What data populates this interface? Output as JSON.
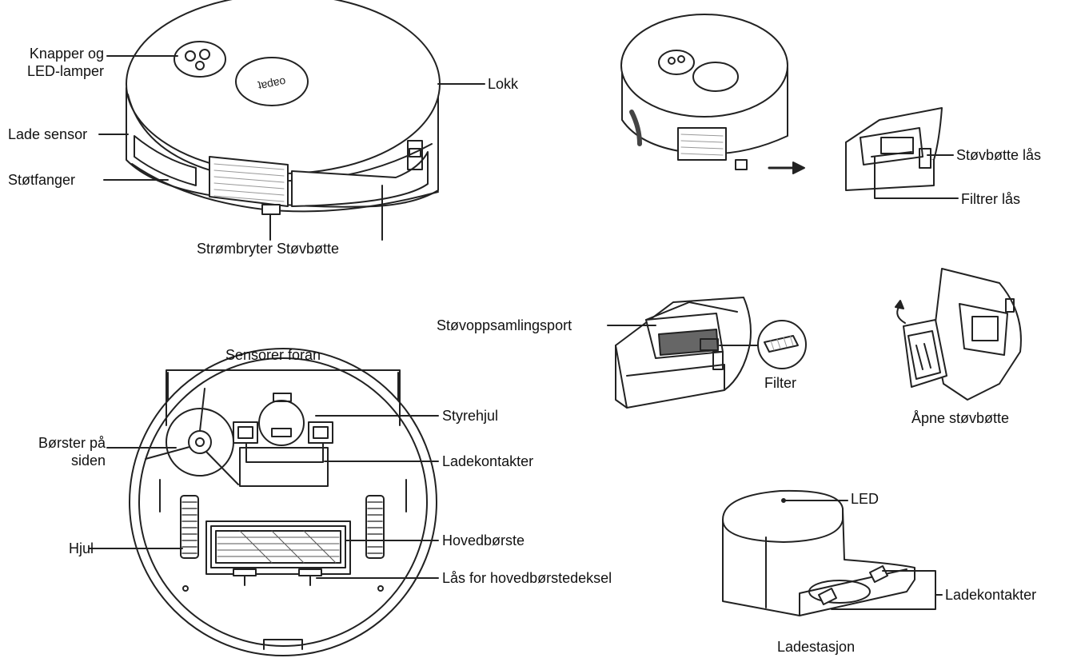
{
  "labels": {
    "buttons_leds": "Knapper og\nLED-lamper",
    "lid": "Lokk",
    "charge_sensor": "Lade sensor",
    "bumper": "Støtfanger",
    "power_bin": "Strømbryter Støvbøtte",
    "bin_lock": "Støvbøtte lås",
    "filter_lock": "Filtrer lås",
    "dust_port": "Støvoppsamlingsport",
    "filter": "Filter",
    "open_bin": "Åpne støvbøtte",
    "front_sensors": "Sensorer foran",
    "caster": "Styrehjul",
    "side_brush": "Børster på\nsiden",
    "contacts": "Ladekontakter",
    "wheel": "Hjul",
    "main_brush": "Hovedbørste",
    "brush_cover_lock": "Lås for hovedbørstedeksel",
    "led": "LED",
    "station_contacts": "Ladekontakter",
    "station": "Ladestasjon"
  },
  "colors": {
    "line": "#222222",
    "fill": "#ffffff",
    "accent_grey": "#888888"
  }
}
